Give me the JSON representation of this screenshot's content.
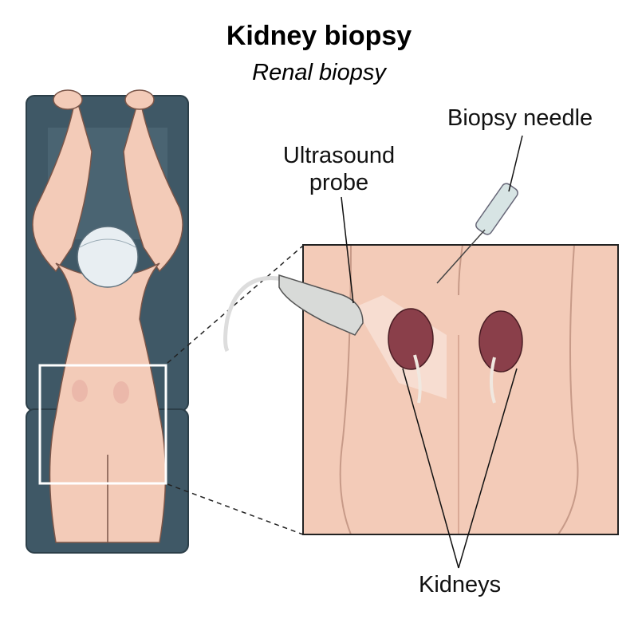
{
  "title": "Kidney biopsy",
  "subtitle": "Renal biopsy",
  "labels": {
    "biopsy_needle": "Biopsy needle",
    "ultrasound_probe_line1": "Ultrasound",
    "ultrasound_probe_line2": "probe",
    "kidneys": "Kidneys"
  },
  "colors": {
    "skin": "#f3cbb8",
    "table": "#3f5866",
    "kidney": "#8a3f4a",
    "outline": "#222222"
  }
}
